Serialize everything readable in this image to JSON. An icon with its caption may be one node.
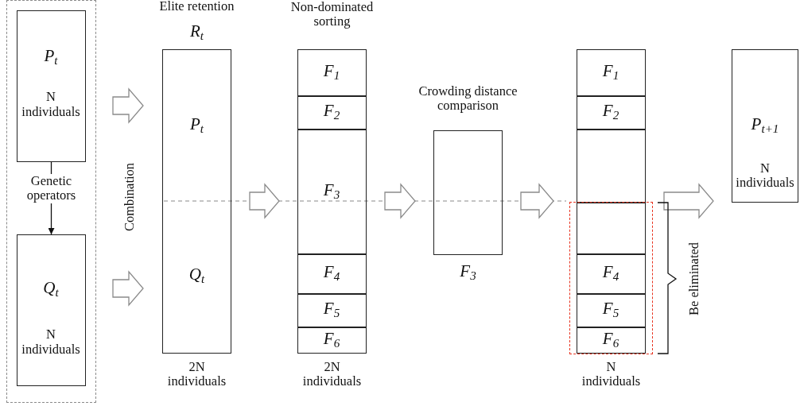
{
  "diagram": {
    "nodes": [
      {
        "text": [],
        "shape": "box"
      },
      {
        "text": [
          "P$_{t}$",
          "N individuals"
        ],
        "in": 0
      },
      {
        "text": [
          "Q$_{t}$",
          "N individuals"
        ],
        "in": 0
      },
      {
        "text": [
          "Elite retention",
          "R$_{t}$",
          "P$_{t}$",
          "Q$_{t}$"
        ],
        "beside": [
          "2N individuals"
        ]
      },
      {
        "text": [
          "Non-dominated sorting"
        ],
        "beside": [
          "2N individuals"
        ]
      },
      {
        "text": [
          "F$_{1}$"
        ],
        "in": 4
      },
      {
        "text": [
          "F$_{2}$"
        ],
        "in": 4
      },
      {
        "text": [
          "F$_{3}$"
        ],
        "in": 4
      },
      {
        "text": [
          "F$_{4}$"
        ],
        "in": 4
      },
      {
        "text": [
          "F$_{5}$"
        ],
        "in": 4
      },
      {
        "text": [
          "F$_{6}$"
        ],
        "in": 4
      },
      {
        "text": [
          "Crowding distance comparison"
        ],
        "beside": [
          "F$_{3}$"
        ]
      },
      {
        "text": [],
        "shape": "box",
        "beside": [
          "N individuals"
        ]
      },
      {
        "text": [
          "F$_{1}$"
        ],
        "in": 12
      },
      {
        "text": [
          "F$_{2}$"
        ],
        "in": 12
      },
      {
        "text": [],
        "shape": "box",
        "in": 12
      },
      {
        "text": [],
        "shape": "box"
      },
      {
        "text": [],
        "shape": "box",
        "in": 16
      },
      {
        "text": [
          "F$_{4}$"
        ],
        "in": 16
      },
      {
        "text": [
          "F$_{5}$"
        ],
        "in": 16
      },
      {
        "text": [
          "F$_{6}$"
        ],
        "in": 16
      },
      {
        "text": [
          "P$_{t+1}$",
          "N individuals"
        ]
      }
    ],
    "edges": [
      {
        "from": 1,
        "to": 2,
        "arrow": "to",
        "label": "Genetic operators"
      },
      {
        "from": 1,
        "to": 3,
        "arrow": "to",
        "style": "thick"
      },
      {
        "from": 2,
        "to": 3,
        "arrow": "to",
        "style": "thick"
      },
      {
        "from": 3,
        "to": 4,
        "arrow": "to",
        "style": "thick"
      },
      {
        "from": 4,
        "to": 11,
        "arrow": "to",
        "style": "thick"
      },
      {
        "from": 11,
        "to": 12,
        "arrow": "to",
        "style": "thick"
      },
      {
        "from": 12,
        "to": 21,
        "arrow": "to",
        "style": "thick"
      }
    ],
    "labels": [
      "Combination",
      "Be eliminated"
    ]
  }
}
